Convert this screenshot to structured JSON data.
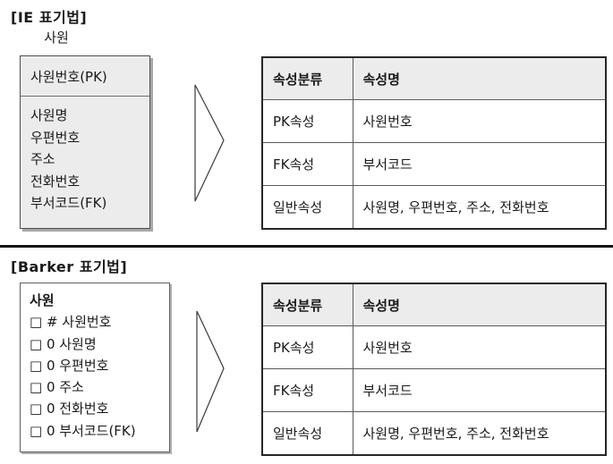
{
  "colors": {
    "entity_box_fill": "#ececec",
    "table_header_fill": "#ececec",
    "box_border": "#4d4d4d",
    "divider": "#151515",
    "text": "#1a1a1a"
  },
  "ie_section": {
    "title": "[IE 표기법]",
    "entity": {
      "label": "사원",
      "pk_row": "사원번호(PK)",
      "attributes": [
        "사원명",
        "우편번호",
        "주소",
        "전화번호",
        "부서코드(FK)"
      ]
    },
    "table": {
      "headers": [
        "속성분류",
        "속성명"
      ],
      "rows": [
        {
          "category": "PK속성",
          "name": "사원번호"
        },
        {
          "category": "FK속성",
          "name": "부서코드"
        },
        {
          "category": "일반속성",
          "name": "사원명, 우편번호, 주소, 전화번호"
        }
      ]
    }
  },
  "barker_section": {
    "title": "[Barker 표기법]",
    "entity": {
      "name": "사원",
      "items": [
        "□ # 사원번호",
        "□ 0 사원명",
        "□ 0 우편번호",
        "□ 0 주소",
        "□ 0 전화번호",
        "□ 0 부서코드(FK)"
      ]
    },
    "table": {
      "headers": [
        "속성분류",
        "속성명"
      ],
      "rows": [
        {
          "category": "PK속성",
          "name": "사원번호"
        },
        {
          "category": "FK속성",
          "name": "부서코드"
        },
        {
          "category": "일반속성",
          "name": "사원명, 우편번호, 주소, 전화번호"
        }
      ]
    }
  }
}
